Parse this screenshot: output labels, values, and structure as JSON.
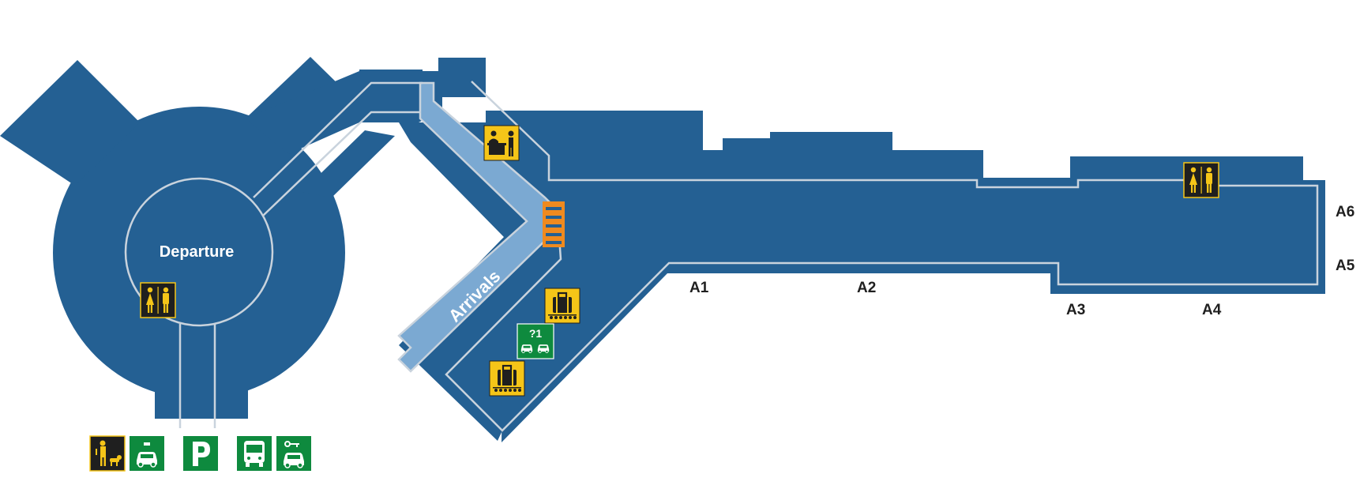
{
  "map": {
    "zones": {
      "departure": "Departure",
      "arrivals": "Arrivals"
    },
    "gates": [
      "A1",
      "A2",
      "A3",
      "A4",
      "A5",
      "A6"
    ],
    "icons": [
      "restroom-icon",
      "information-desk-icon",
      "escalator-icon",
      "baggage-claim-icon",
      "car-rental-info-icon",
      "pet-relief-icon",
      "taxi-icon",
      "parking-icon",
      "bus-icon",
      "car-rental-icon"
    ],
    "colors": {
      "building": "#246093",
      "arrivals_zone": "#7ba9d2",
      "walkway": "#c9d3dd",
      "service_yellow": "#f5c518",
      "transport_green": "#0e8a3e",
      "escalator_orange": "#ef8a1f"
    }
  }
}
